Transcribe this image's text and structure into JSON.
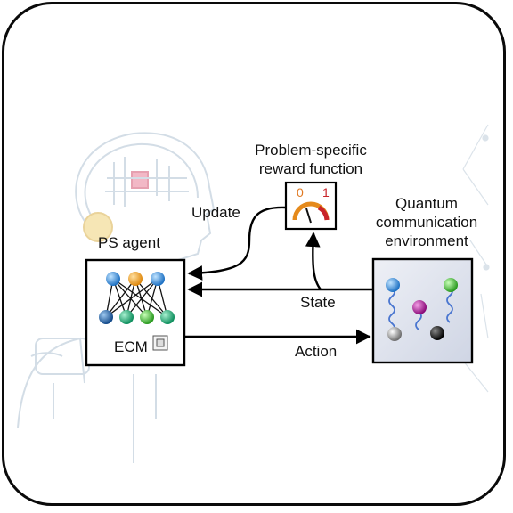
{
  "labels": {
    "reward_title_line1": "Problem-specific",
    "reward_title_line2": "reward function",
    "env_title_line1": "Quantum",
    "env_title_line2": "communication",
    "env_title_line3": "environment",
    "agent_title": "PS agent",
    "ecm": "ECM",
    "update": "Update",
    "state": "State",
    "action": "Action",
    "gauge_min": "0",
    "gauge_max": "1"
  },
  "colors": {
    "frame": "#0a0a0a",
    "env_box_fill": "#dfe3ee",
    "background_art": "#d7e3ec",
    "node_blue": "#2f8fd8",
    "node_orange": "#f0a020",
    "node_green": "#1ea77a",
    "node_navy": "#1f5fa8",
    "qubit_magenta": "#b0159c",
    "qubit_green": "#3dc040",
    "qubit_gray": "#8a8a8a",
    "qubit_black": "#111111",
    "gauge_red": "#c8242a",
    "gauge_orange": "#e58a1c"
  }
}
